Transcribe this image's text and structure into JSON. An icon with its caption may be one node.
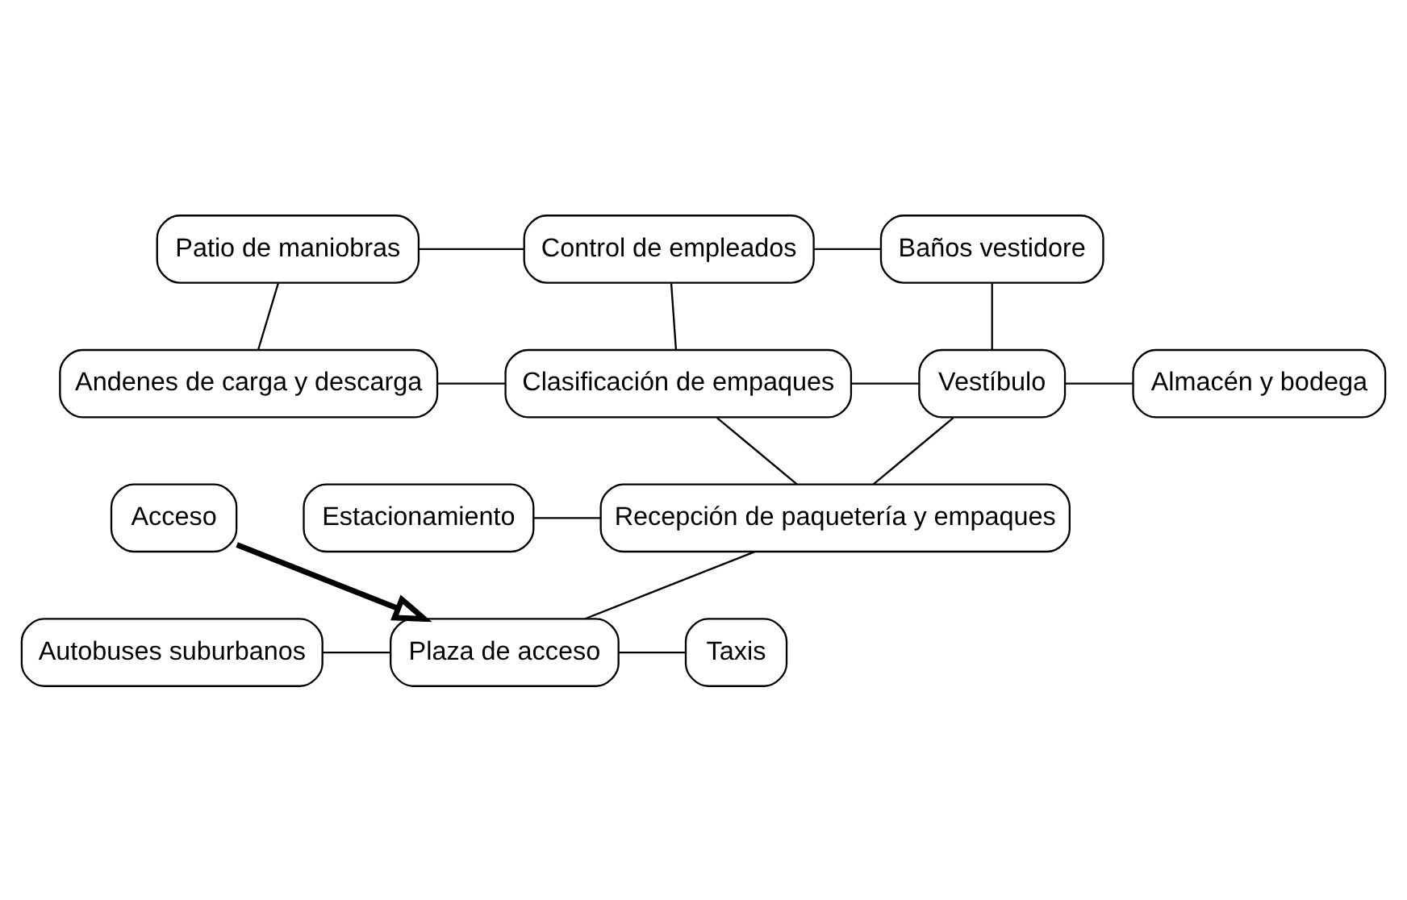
{
  "diagram": {
    "nodes": [
      {
        "text": [
          "Patio de maniobras"
        ]
      },
      {
        "text": [
          "Control de empleados"
        ]
      },
      {
        "text": [
          "Baños vestidore"
        ]
      },
      {
        "text": [
          "Andenes de carga y descarga"
        ]
      },
      {
        "text": [
          "Clasificación de empaques"
        ]
      },
      {
        "text": [
          "Vestíbulo"
        ]
      },
      {
        "text": [
          "Almacén y bodega"
        ]
      },
      {
        "text": [
          "Estacionamiento"
        ]
      },
      {
        "text": [
          "Recepción de paquetería y empaques"
        ]
      },
      {
        "text": [
          "Autobuses suburbanos"
        ]
      },
      {
        "text": [
          "Plaza de acceso"
        ]
      },
      {
        "text": [
          "Taxis"
        ]
      },
      {
        "text": [
          "Acceso"
        ]
      }
    ],
    "edges": [
      {
        "from": 0,
        "to": 1,
        "arrow": "none"
      },
      {
        "from": 1,
        "to": 2,
        "arrow": "none"
      },
      {
        "from": 0,
        "to": 3,
        "arrow": "none"
      },
      {
        "from": 1,
        "to": 4,
        "arrow": "none"
      },
      {
        "from": 3,
        "to": 4,
        "arrow": "none"
      },
      {
        "from": 4,
        "to": 5,
        "arrow": "none"
      },
      {
        "from": 2,
        "to": 5,
        "arrow": "none"
      },
      {
        "from": 5,
        "to": 6,
        "arrow": "none"
      },
      {
        "from": 4,
        "to": 8,
        "arrow": "none"
      },
      {
        "from": 7,
        "to": 8,
        "arrow": "none"
      },
      {
        "from": 5,
        "to": 8,
        "arrow": "none"
      },
      {
        "from": 8,
        "to": 10,
        "arrow": "none"
      },
      {
        "from": 9,
        "to": 10,
        "arrow": "none"
      },
      {
        "from": 10,
        "to": 11,
        "arrow": "none"
      },
      {
        "from": 12,
        "to": 10,
        "arrow": "to",
        "style": "thick"
      }
    ]
  }
}
